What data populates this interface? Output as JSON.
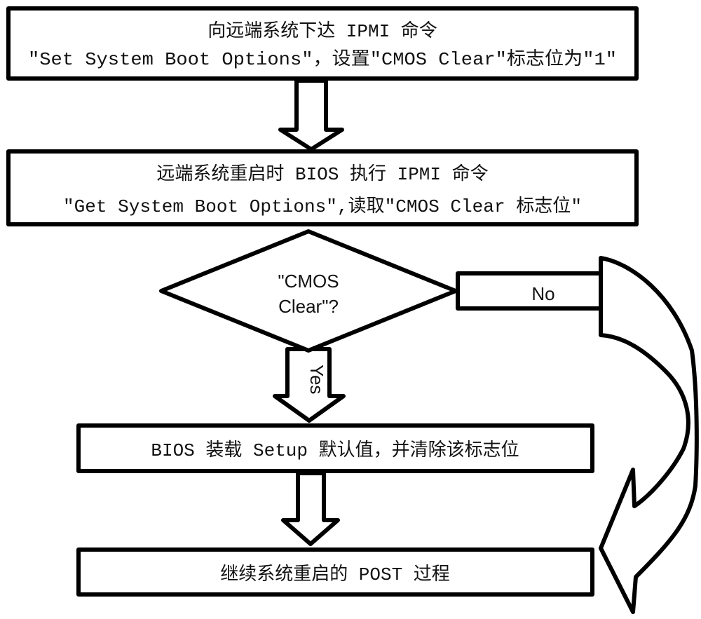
{
  "steps": {
    "send_command": {
      "line1": "向远端系统下达 IPMI 命令",
      "line2": "\"Set System Boot Options\"，设置\"CMOS Clear\"标志位为\"1\""
    },
    "bios_read": {
      "line1": "远端系统重启时 BIOS 执行 IPMI 命令",
      "line2": "\"Get System Boot Options\",读取\"CMOS Clear 标志位\""
    },
    "decision": {
      "line1": "\"CMOS",
      "line2": "Clear\"?"
    },
    "load_defaults": {
      "label": "BIOS 装载 Setup 默认值，并清除该标志位"
    },
    "continue_post": {
      "label": "继续系统重启的 POST 过程"
    }
  },
  "branches": {
    "yes": "Yes",
    "no": "No"
  }
}
